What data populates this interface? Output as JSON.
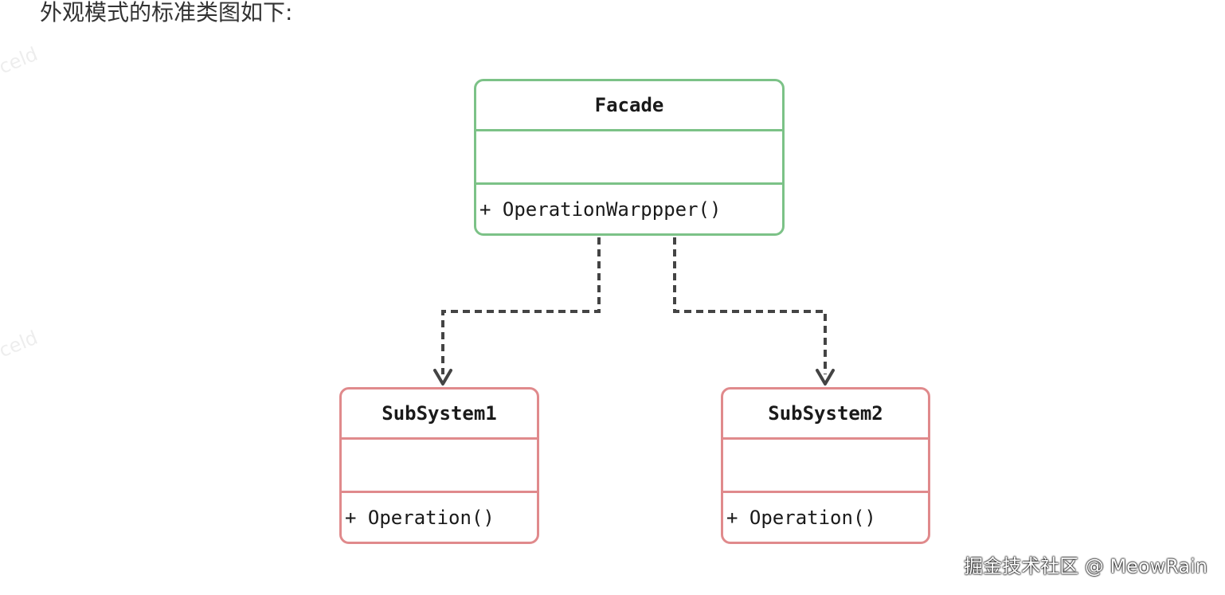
{
  "intro_text": "外观模式的标准类图如下:",
  "watermark_fragments": [
    "celd",
    "celd"
  ],
  "diagram": {
    "classes": {
      "facade": {
        "name": "Facade",
        "methods": [
          "+ OperationWarppper()"
        ],
        "border_color": "#7cc287"
      },
      "subsystem1": {
        "name": "SubSystem1",
        "methods": [
          "+ Operation()"
        ],
        "border_color": "#e08a8c"
      },
      "subsystem2": {
        "name": "SubSystem2",
        "methods": [
          "+ Operation()"
        ],
        "border_color": "#e08a8c"
      }
    },
    "relationships": [
      {
        "from": "Facade",
        "to": "SubSystem1",
        "style": "dashed",
        "arrow": "open"
      },
      {
        "from": "Facade",
        "to": "SubSystem2",
        "style": "dashed",
        "arrow": "open"
      }
    ],
    "connector_color": "#444444"
  },
  "footer_credit": "掘金技术社区 @ MeowRain"
}
